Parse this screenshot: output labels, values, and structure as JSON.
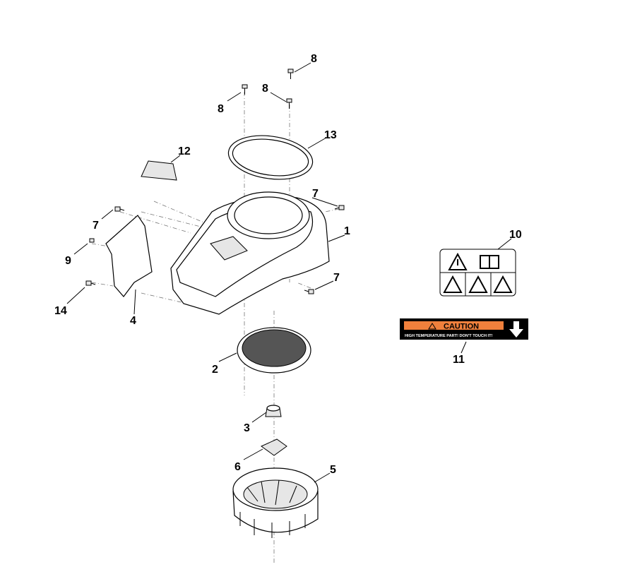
{
  "diagram": {
    "callouts": [
      {
        "id": "c8a",
        "text": "8"
      },
      {
        "id": "c8b",
        "text": "8"
      },
      {
        "id": "c8c",
        "text": "8"
      },
      {
        "id": "c13",
        "text": "13"
      },
      {
        "id": "c12",
        "text": "12"
      },
      {
        "id": "c7a",
        "text": "7"
      },
      {
        "id": "c7b",
        "text": "7"
      },
      {
        "id": "c7c",
        "text": "7"
      },
      {
        "id": "c1",
        "text": "1"
      },
      {
        "id": "c9",
        "text": "9"
      },
      {
        "id": "c14",
        "text": "14"
      },
      {
        "id": "c4",
        "text": "4"
      },
      {
        "id": "c10",
        "text": "10"
      },
      {
        "id": "c11",
        "text": "11"
      },
      {
        "id": "c2",
        "text": "2"
      },
      {
        "id": "c3",
        "text": "3"
      },
      {
        "id": "c6",
        "text": "6"
      },
      {
        "id": "c5",
        "text": "5"
      }
    ],
    "caution_label": {
      "title": "CAUTION",
      "message": "HIGH TEMPERATURE PART! DON'T TOUCH IT!",
      "bar_color": "#f0803c",
      "background": "#000000"
    }
  }
}
